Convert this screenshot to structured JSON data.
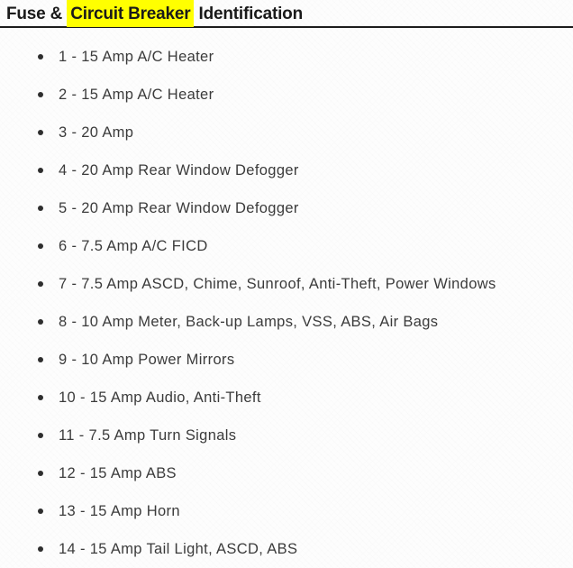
{
  "page": {
    "title": {
      "prefix": "Fuse & ",
      "highlight": "Circuit Breaker",
      "suffix": " Identification"
    },
    "colors": {
      "page_bg": "#fdfdfd",
      "title_text": "#1a1a1a",
      "highlight_bg": "#ffff00",
      "rule": "#1c1c1c",
      "list_text": "#3b3b3b",
      "bullet": "#2e2e2e"
    }
  },
  "fuse_list": {
    "items": [
      "1 - 15 Amp A/C Heater",
      "2 - 15 Amp A/C Heater",
      "3 - 20 Amp",
      "4 - 20 Amp Rear Window Defogger",
      "5 - 20 Amp Rear Window Defogger",
      "6 - 7.5 Amp A/C FICD",
      "7 - 7.5 Amp ASCD, Chime, Sunroof, Anti-Theft, Power Windows",
      "8 - 10 Amp Meter, Back-up Lamps, VSS, ABS, Air Bags",
      "9 - 10 Amp Power Mirrors",
      "10 - 15 Amp Audio, Anti-Theft",
      "11 - 7.5 Amp Turn Signals",
      "12 - 15 Amp ABS",
      "13 - 15 Amp Horn",
      "14 - 15 Amp Tail Light, ASCD, ABS"
    ]
  }
}
